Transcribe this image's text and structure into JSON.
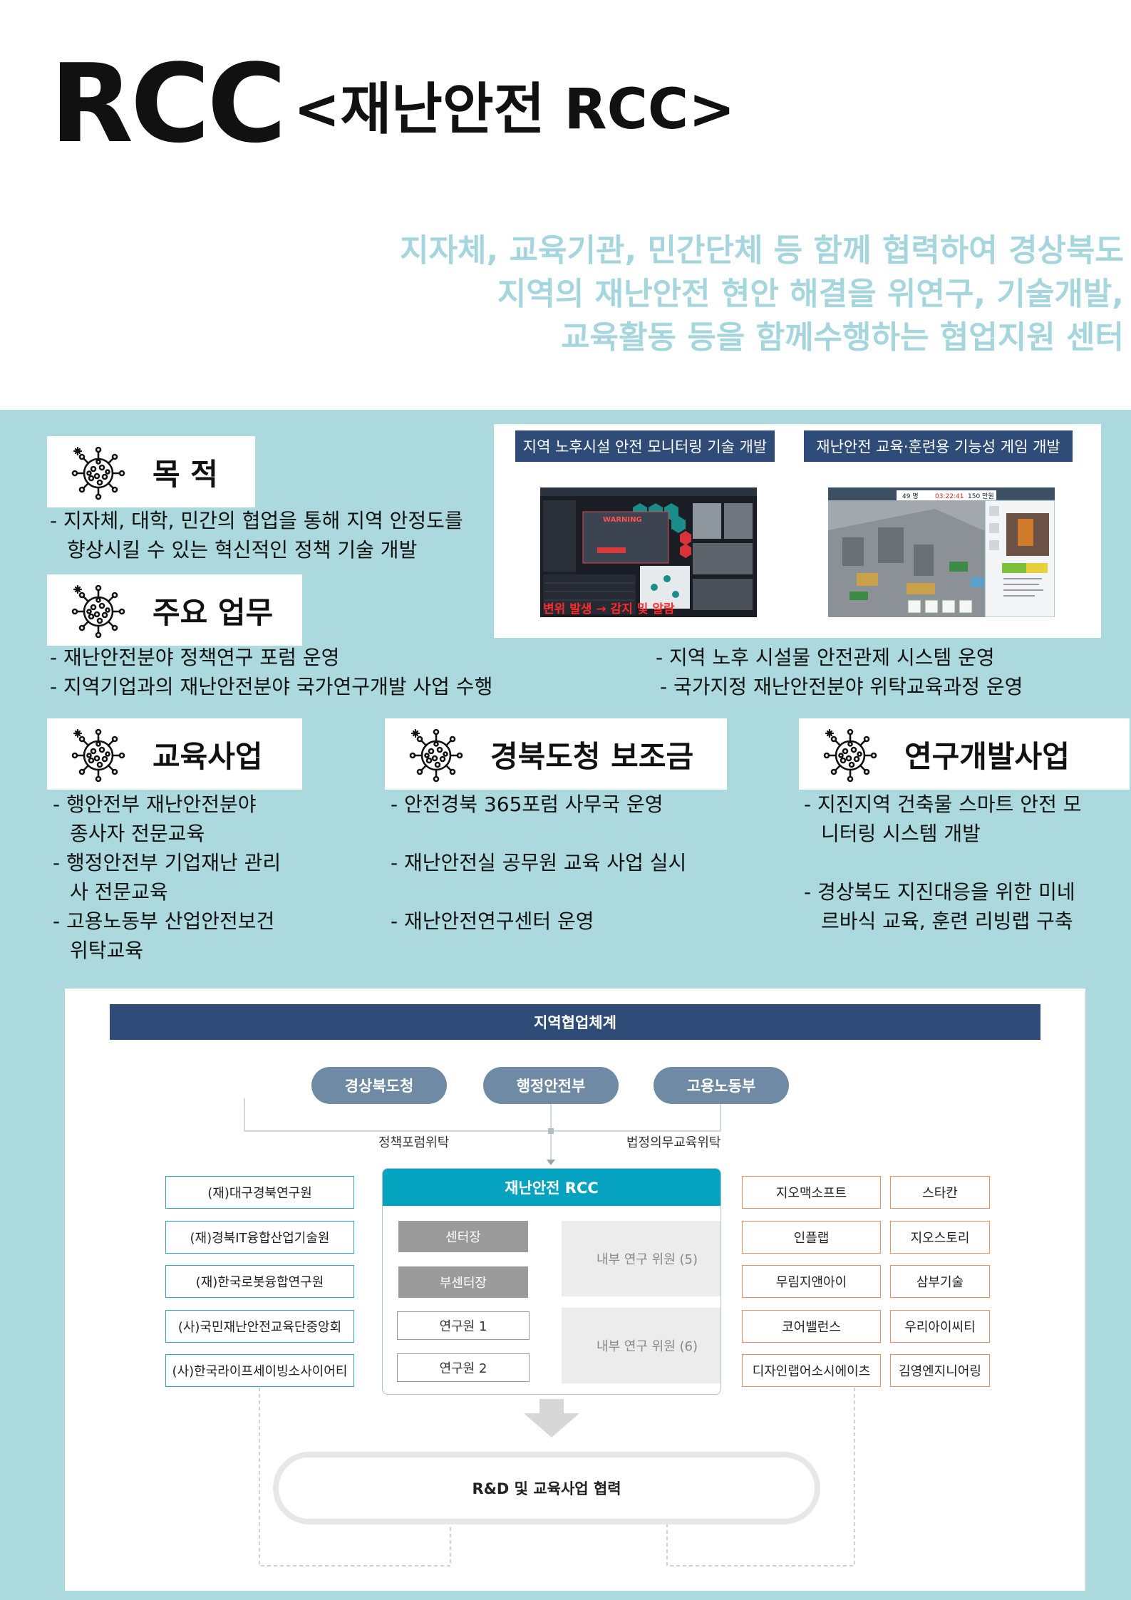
{
  "header": {
    "title": "RCC",
    "subtitle": "<재난안전 RCC>",
    "intro_lines": [
      "지자체, 교육기관, 민간단체 등 함께 협력하여 경상북도",
      "지역의 재난안전 현안 해결을 위연구, 기술개발,",
      "교육활동 등을 함께수행하는 협업지원 센터"
    ]
  },
  "colors": {
    "panel": "#acd9dd",
    "intro_text": "#a5d6dd",
    "navy": "#2f4b78",
    "teal": "#06a3c0",
    "orange_border": "#ef8f66"
  },
  "icon": "virus-icon",
  "purpose": {
    "heading": "목  적",
    "lines": [
      "- 지자체, 대학, 민간의 협업을 통해 지역 안정도를",
      "향상시킬 수 있는 혁신적인 정책 기술 개발"
    ]
  },
  "main_work": {
    "heading": "주요 업무",
    "left": [
      "- 재난안전분야 정책연구 포럼 운영",
      "- 지역기업과의 재난안전분야 국가연구개발 사업 수행"
    ],
    "right": [
      "- 지역 노후 시설물 안전관제 시스템 운영",
      "- 국가지정 재난안전분야 위탁교육과정 운영"
    ]
  },
  "screenshots": [
    {
      "label": "지역 노후시설 안전 모니터링 기술 개발",
      "image_caption": "변위 발생 → 감지 및 알람",
      "image_text": "WARNING"
    },
    {
      "label": "재난안전 교육·훈련용 기능성 게임 개발",
      "image_text": [
        "49 명",
        "03:22:41",
        "150 만원"
      ]
    }
  ],
  "education": {
    "heading": "교육사업",
    "lines": [
      "- 행안전부 재난안전분야",
      "종사자 전문교육",
      "- 행정안전부 기업재난 관리",
      "사 전문교육",
      "- 고용노동부 산업안전보건",
      "위탁교육"
    ]
  },
  "subsidy": {
    "heading": "경북도청 보조금",
    "lines": [
      "- 안전경북 365포럼 사무국 운영",
      "- 재난안전실 공무원 교육 사업 실시",
      "- 재난안전연구센터 운영"
    ]
  },
  "rnd": {
    "heading": "연구개발사업",
    "lines": [
      "- 지진지역 건축물 스마트 안전 모",
      "니터링 시스템 개발",
      "- 경상북도 지진대응을 위한 미네",
      "르바식 교육, 훈련 리빙랩 구축"
    ]
  },
  "diagram": {
    "banner": "지역협업체계",
    "top_orgs": [
      "경상북도청",
      "행정안전부",
      "고용노동부"
    ],
    "link_left": "정책포럼위탁",
    "link_right": "법정의무교육위탁",
    "left_orgs": [
      "(재)대구경북연구원",
      "(재)경북IT융합산업기술원",
      "(재)한국로봇융합연구원",
      "(사)국민재난안전교육단중앙회",
      "(사)한국라이프세이빙소사이어티"
    ],
    "rcc": {
      "title": "재난안전 RCC",
      "roles": [
        "센터장",
        "부센터장",
        "연구원 1",
        "연구원 2"
      ],
      "internal": "내부 연구 위원 (5)",
      "external": "내부 연구 위원 (6)"
    },
    "right_orgs_a": [
      "지오맥소프트",
      "인플랩",
      "무림지앤아이",
      "코어밸런스",
      "디자인랩어소시에이츠"
    ],
    "right_orgs_b": [
      "스타칸",
      "지오스토리",
      "삼부기술",
      "우리아이씨티",
      "김영엔지니어링"
    ],
    "collab": "R&D 및 교육사업 협력"
  }
}
